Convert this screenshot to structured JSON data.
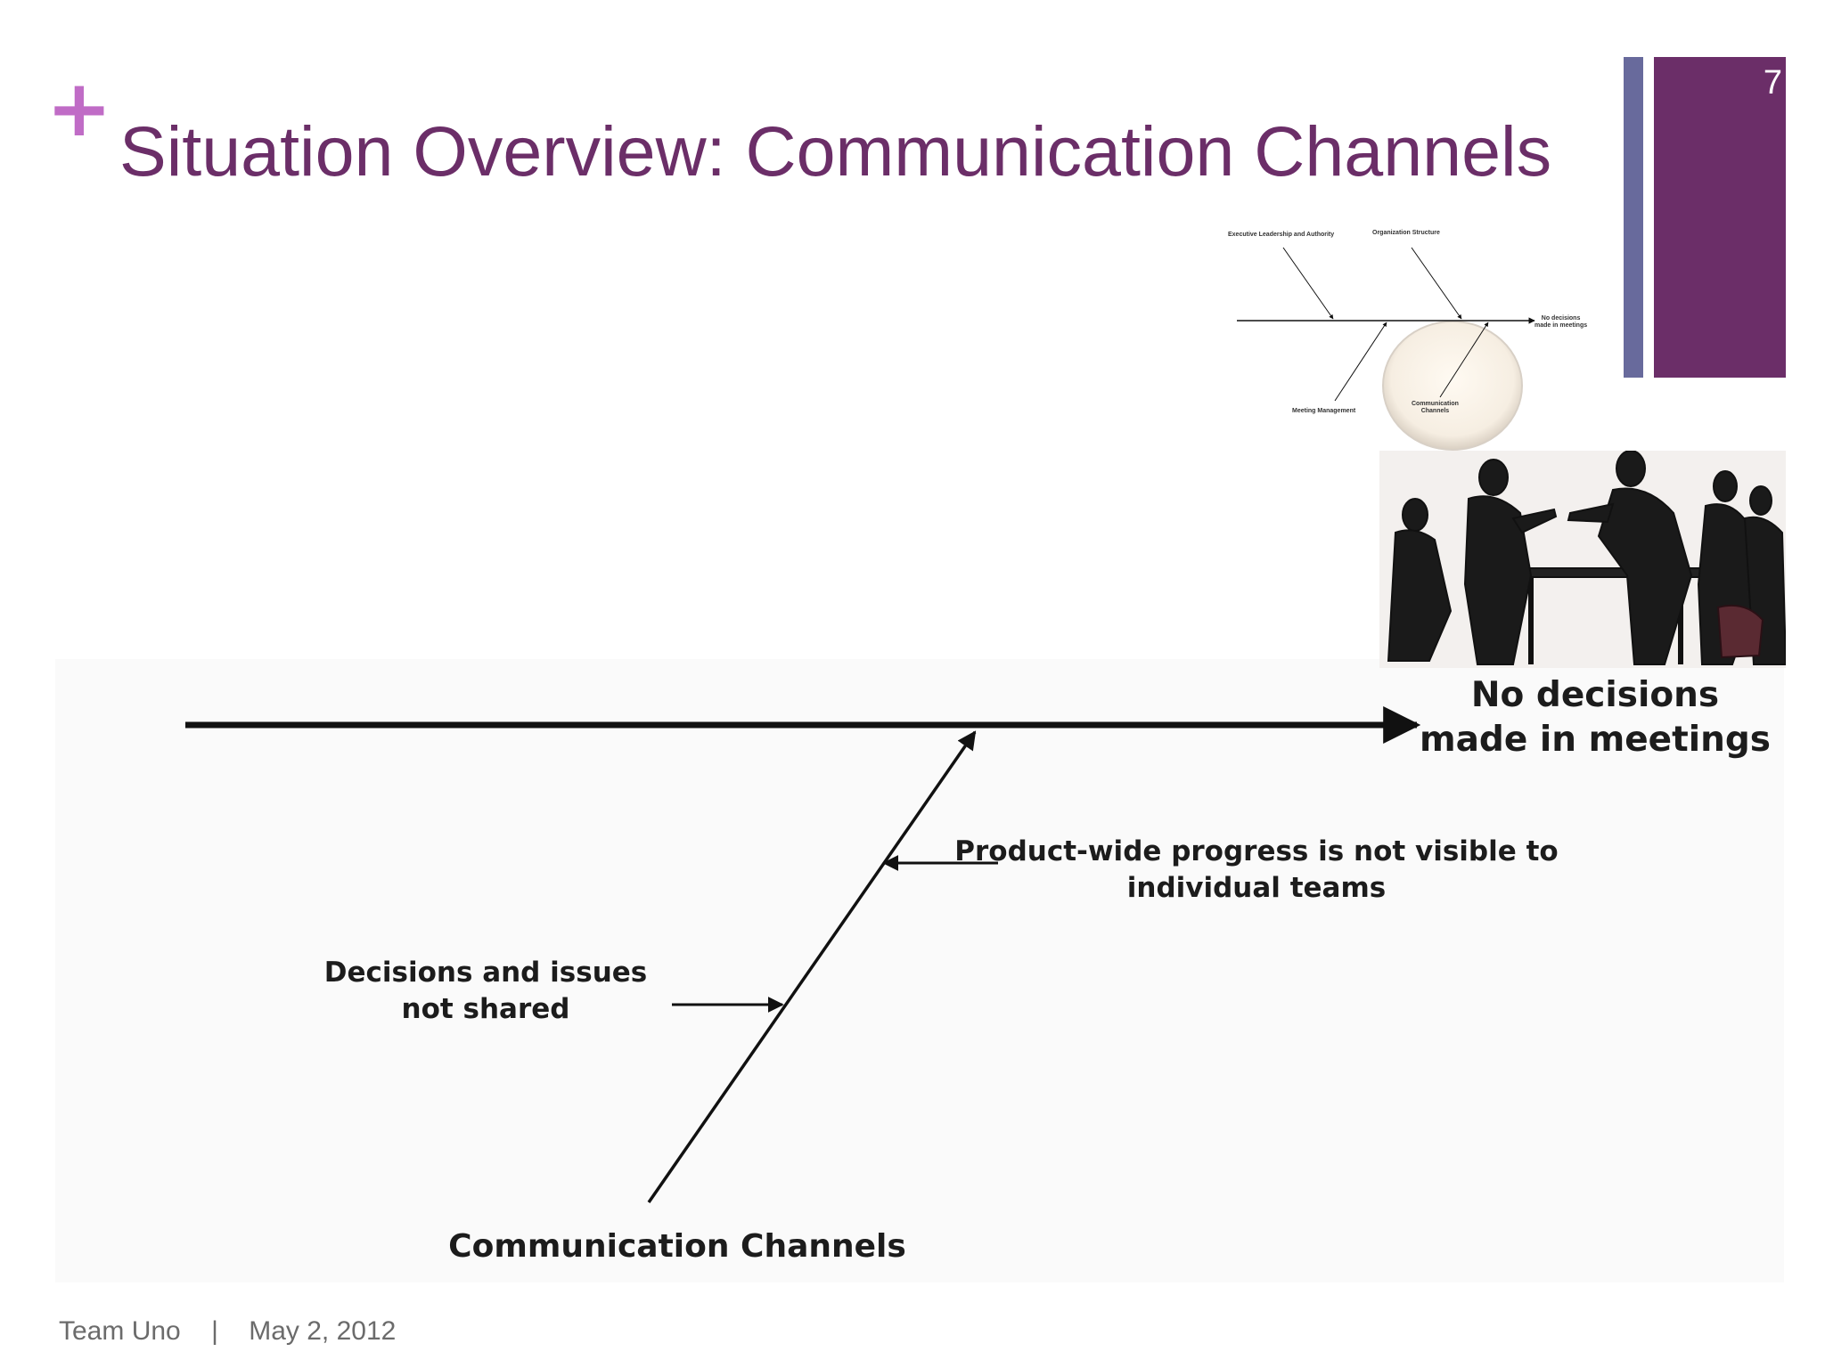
{
  "slide": {
    "title": "Situation Overview: Communication Channels",
    "number": "7",
    "accent_color": "#6b2e68",
    "secondary_color": "#686a9c",
    "plus_color": "#c06cc6",
    "plus_glyph": "+"
  },
  "diagram": {
    "effect_line1": "No decisions",
    "effect_line2": "made in meetings",
    "bone_label": "Communication Channels",
    "cause_a_line1": "Product-wide progress is not visible to",
    "cause_a_line2": "individual teams",
    "cause_b_line1": "Decisions and issues",
    "cause_b_line2": "not shared"
  },
  "thumbnail": {
    "top_left": "Executive Leadership and Authority",
    "top_right": "Organization Structure",
    "effect_line1": "No decisions",
    "effect_line2": "made in meetings",
    "bottom_left": "Meeting Management",
    "bottom_right_line1": "Communication",
    "bottom_right_line2": "Channels"
  },
  "photo": {
    "icon": "meeting-sketch-image"
  },
  "footer": {
    "team": "Team Uno",
    "separator": "|",
    "date": "May 2, 2012"
  }
}
